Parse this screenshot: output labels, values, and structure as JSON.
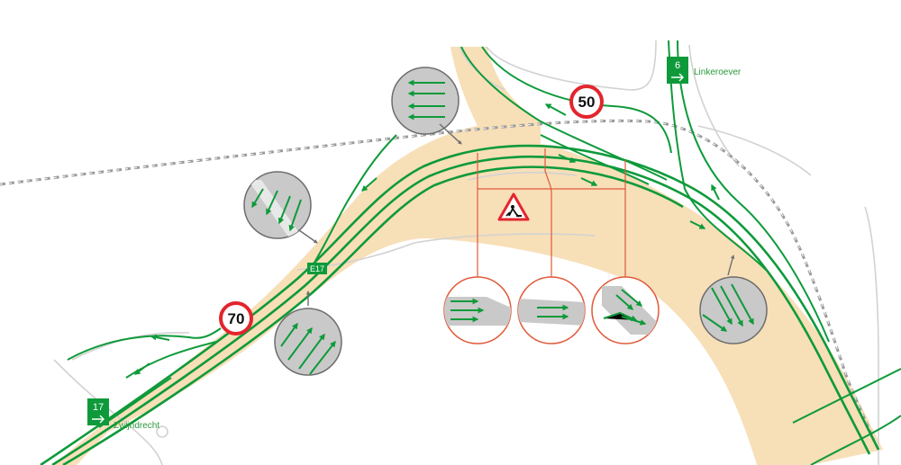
{
  "map": {
    "colors": {
      "road": "#0e9a3a",
      "construction_zone": "#f7dfb8",
      "rail": "#a7a7a7",
      "minor_road": "#cfcfcf",
      "detail_frame": "#e05a3a",
      "inset_fill": "#c9c9c9"
    },
    "route_label": "E17",
    "exits": [
      {
        "number": "6",
        "name": "Linkeroever"
      },
      {
        "number": "17",
        "name": "Zwijndrecht"
      }
    ],
    "speed_limits": [
      "50",
      "70"
    ],
    "icons": [
      "roadworks-warning-icon",
      "lane-arrow-icon",
      "exit-arrow-icon"
    ]
  }
}
